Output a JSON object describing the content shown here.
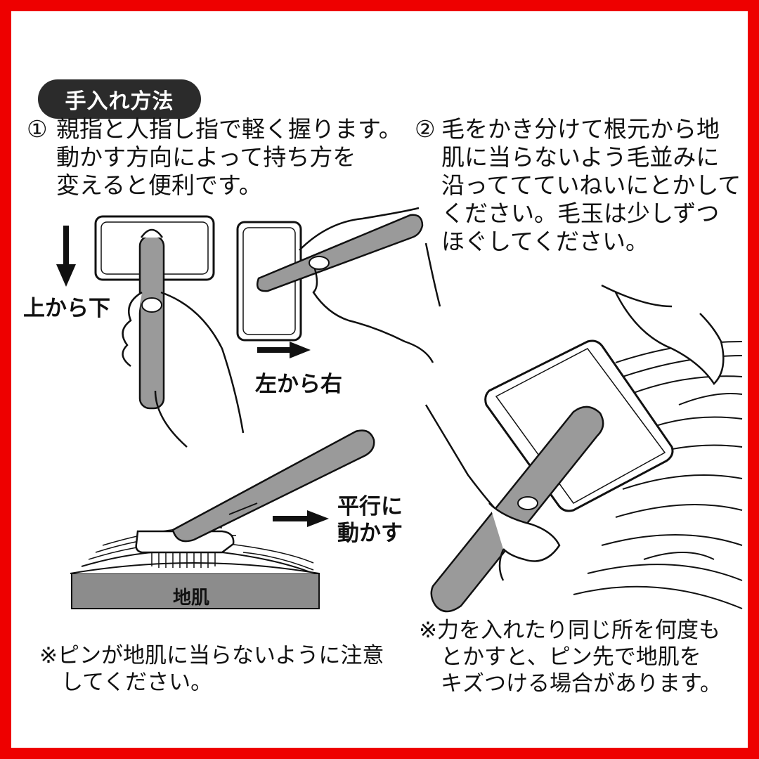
{
  "badge": {
    "label": "手入れ方法"
  },
  "step1": {
    "number": "①",
    "lines": [
      "親指と人指し指で軽く握ります。",
      "動かす方向によって持ち方を",
      "変えると便利です。"
    ]
  },
  "step2": {
    "number": "②",
    "lines": [
      "毛をかき分けて根元から地",
      "肌に当らないよう毛並みに",
      "沿っててていねいにとかして",
      "ください。毛玉は少しずつ",
      "ほぐしてください。"
    ]
  },
  "labels": {
    "top_to_bottom": "上から下",
    "left_to_right": "左から右",
    "parallel": [
      "平行に",
      "動かす"
    ],
    "skin": "地肌"
  },
  "notes": {
    "left": [
      "※ピンが地肌に当らないように注意",
      "　してください。"
    ],
    "right": [
      "※力を入れたり同じ所を何度も",
      "　とかすと、ピン先で地肌を",
      "　キズつける場合があります。"
    ]
  },
  "colors": {
    "border": "#ee0000",
    "badge": "#2b2b2b",
    "handle": "#9a9a9a",
    "skin_band": "#8c8c8c"
  }
}
